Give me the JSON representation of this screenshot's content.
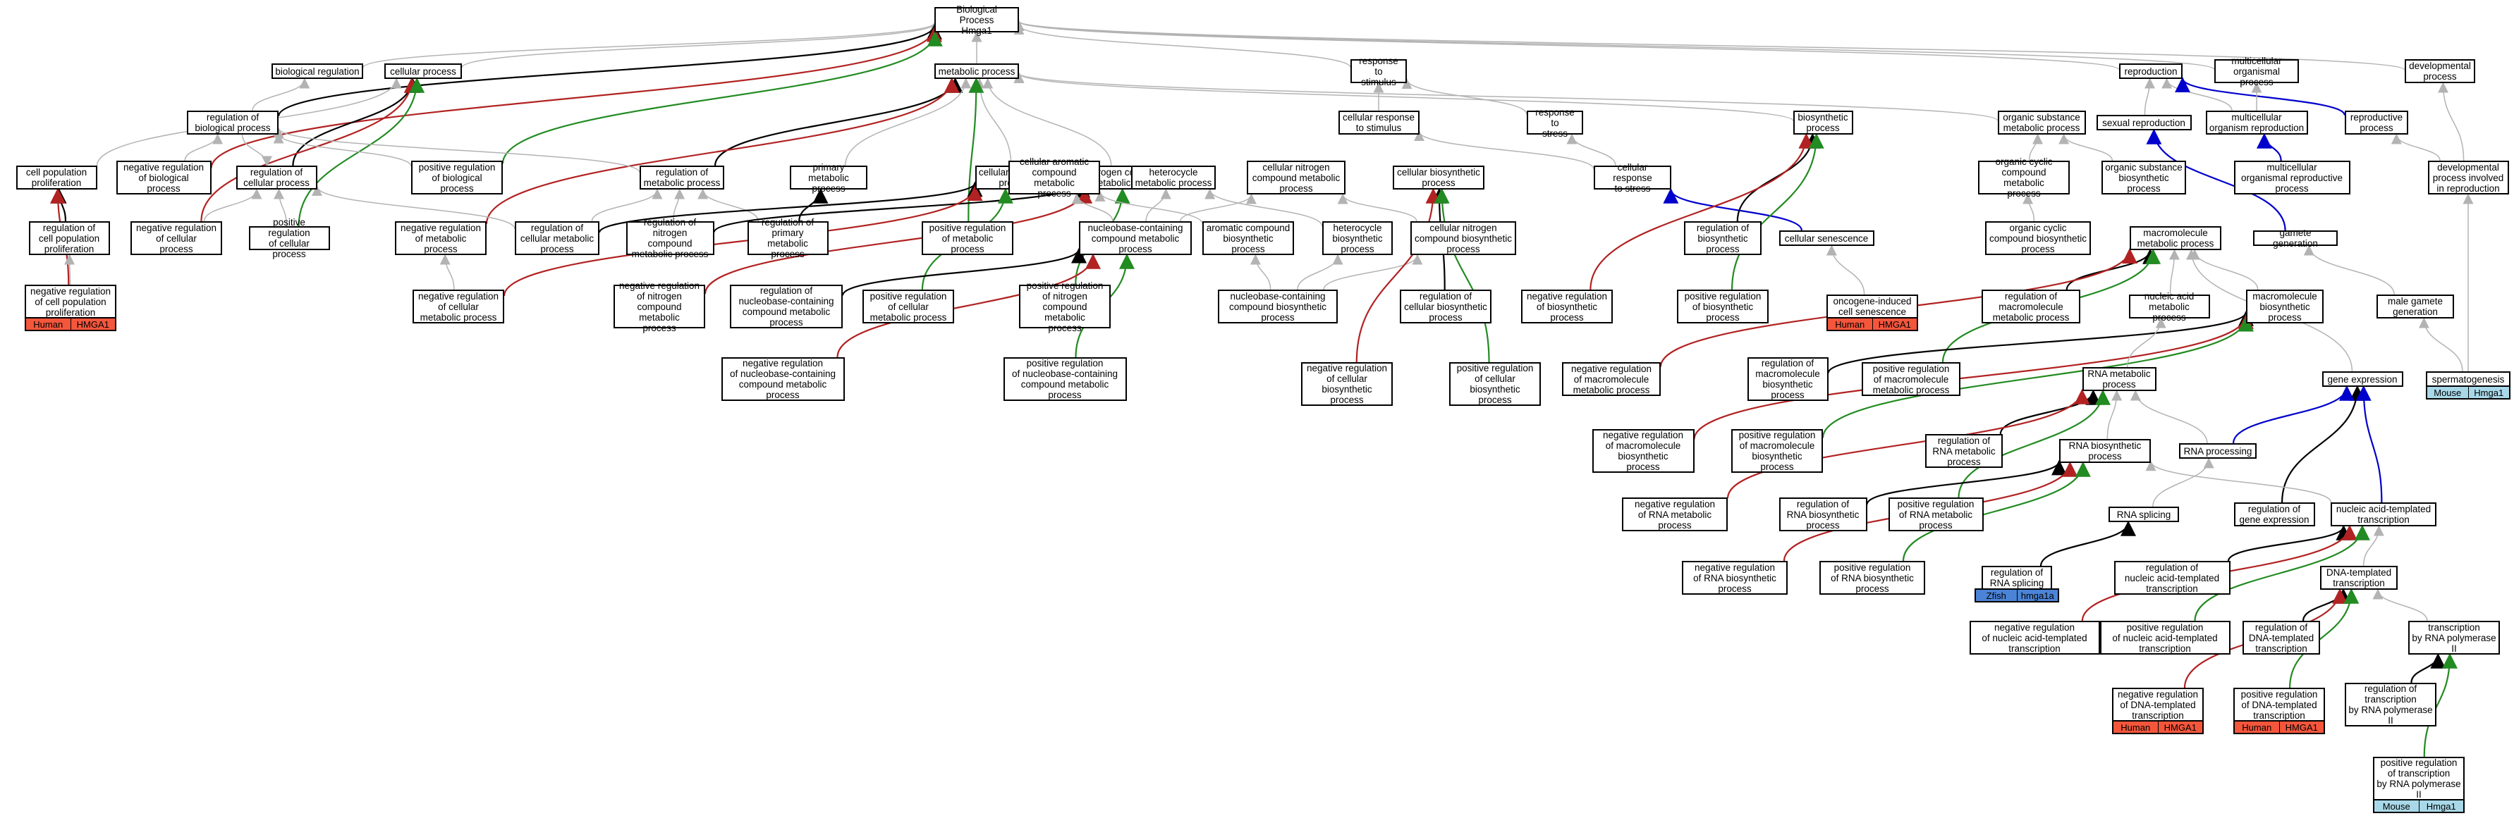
{
  "colors": {
    "edge_gray": "#b3b3b3",
    "edge_black": "#000000",
    "edge_red": "#b22222",
    "edge_green": "#228b22",
    "edge_blue": "#0000cd",
    "human": "#f4563c",
    "mouse": "#a8d8e8",
    "zfish": "#4b83d6"
  },
  "nodes": [
    {
      "id": "bp",
      "label": "Biological Process\nHmga1"
    },
    {
      "id": "bioreg",
      "label": "biological regulation"
    },
    {
      "id": "cellproc",
      "label": "cellular process"
    },
    {
      "id": "metab",
      "label": "metabolic process"
    },
    {
      "id": "respstim",
      "label": "response to\nstimulus"
    },
    {
      "id": "repro",
      "label": "reproduction"
    },
    {
      "id": "multorg",
      "label": "multicellular\norganismal process"
    },
    {
      "id": "devproc",
      "label": "developmental\nprocess"
    },
    {
      "id": "regbio",
      "label": "regulation of\nbiological process"
    },
    {
      "id": "cellresp",
      "label": "cellular response\nto stimulus"
    },
    {
      "id": "respstress",
      "label": "response to\nstress"
    },
    {
      "id": "biosyn",
      "label": "biosynthetic\nprocess"
    },
    {
      "id": "orgsub",
      "label": "organic substance\nmetabolic process"
    },
    {
      "id": "sexrep",
      "label": "sexual reproduction"
    },
    {
      "id": "multrep",
      "label": "multicellular\norganism reproduction"
    },
    {
      "id": "repproc",
      "label": "reproductive\nprocess"
    },
    {
      "id": "cellprolif",
      "label": "cell population\nproliferation"
    },
    {
      "id": "negregbio",
      "label": "negative regulation\nof biological\nprocess"
    },
    {
      "id": "regcell",
      "label": "regulation of\ncellular process"
    },
    {
      "id": "posregbio",
      "label": "positive regulation\nof biological\nprocess"
    },
    {
      "id": "cellmet",
      "label": "cellular metabolic\nprocess"
    },
    {
      "id": "ncmet",
      "label": "nitrogen compound\nmetabolic process"
    },
    {
      "id": "regmet",
      "label": "regulation of\nmetabolic process"
    },
    {
      "id": "primmet",
      "label": "primary metabolic\nprocess"
    },
    {
      "id": "caromet",
      "label": "cellular aromatic\ncompound metabolic\nprocess"
    },
    {
      "id": "hetmet",
      "label": "heterocycle\nmetabolic process"
    },
    {
      "id": "cnitmet",
      "label": "cellular nitrogen\ncompound metabolic\nprocess"
    },
    {
      "id": "cbiosyn",
      "label": "cellular biosynthetic\nprocess"
    },
    {
      "id": "cresstress",
      "label": "cellular response\nto stress"
    },
    {
      "id": "occmet",
      "label": "organic cyclic\ncompound metabolic\nprocess"
    },
    {
      "id": "osbiosyn",
      "label": "organic substance\nbiosynthetic\nprocess"
    },
    {
      "id": "morgrep",
      "label": "multicellular\norganismal reproductive\nprocess"
    },
    {
      "id": "devrep",
      "label": "developmental\nprocess involved\nin reproduction"
    },
    {
      "id": "regprolif",
      "label": "regulation of\ncell population\nproliferation"
    },
    {
      "id": "negregcell",
      "label": "negative regulation\nof cellular\nprocess"
    },
    {
      "id": "posregcell",
      "label": "positive regulation\nof cellular\nprocess"
    },
    {
      "id": "negregmet",
      "label": "negative regulation\nof metabolic\nprocess"
    },
    {
      "id": "regcellmet",
      "label": "regulation of\ncellular metabolic\nprocess"
    },
    {
      "id": "regncmet",
      "label": "regulation of\nnitrogen compound\nmetabolic process"
    },
    {
      "id": "regprimmet",
      "label": "regulation of\nprimary metabolic\nprocess"
    },
    {
      "id": "posregmet",
      "label": "positive regulation\nof metabolic\nprocess"
    },
    {
      "id": "nbcmet",
      "label": "nucleobase-containing\ncompound metabolic\nprocess"
    },
    {
      "id": "acbiosyn",
      "label": "aromatic compound\nbiosynthetic\nprocess"
    },
    {
      "id": "hetbiosyn",
      "label": "heterocycle\nbiosynthetic\nprocess"
    },
    {
      "id": "cncbiosyn",
      "label": "cellular nitrogen\ncompound biosynthetic\nprocess"
    },
    {
      "id": "regbiosyn",
      "label": "regulation of\nbiosynthetic\nprocess"
    },
    {
      "id": "cellsen",
      "label": "cellular senescence"
    },
    {
      "id": "occbiosyn",
      "label": "organic cyclic\ncompound biosynthetic\nprocess"
    },
    {
      "id": "macmet",
      "label": "macromolecule\nmetabolic process"
    },
    {
      "id": "gamgen",
      "label": "gamete generation"
    },
    {
      "id": "negregprolif",
      "label": "negative regulation\nof cell population\nproliferation"
    },
    {
      "id": "negregcellmet",
      "label": "negative regulation\nof cellular\nmetabolic process"
    },
    {
      "id": "negregncmet",
      "label": "negative regulation\nof nitrogen\ncompound metabolic\nprocess"
    },
    {
      "id": "regnbcmet",
      "label": "regulation of\nnucleobase-containing\ncompound metabolic\nprocess"
    },
    {
      "id": "posregcellmet",
      "label": "positive regulation\nof cellular\nmetabolic process"
    },
    {
      "id": "posregncmet",
      "label": "positive regulation\nof nitrogen\ncompound metabolic\nprocess"
    },
    {
      "id": "nbcbiosyn",
      "label": "nucleobase-containing\ncompound biosynthetic\nprocess"
    },
    {
      "id": "regcbiosyn",
      "label": "regulation of\ncellular biosynthetic\nprocess"
    },
    {
      "id": "negregbiosyn",
      "label": "negative regulation\nof biosynthetic\nprocess"
    },
    {
      "id": "posregbiosyn",
      "label": "positive regulation\nof biosynthetic\nprocess"
    },
    {
      "id": "oncosen",
      "label": "oncogene-induced\ncell senescence"
    },
    {
      "id": "regmacmet",
      "label": "regulation of\nmacromolecule\nmetabolic process"
    },
    {
      "id": "namet",
      "label": "nucleic acid\nmetabolic process"
    },
    {
      "id": "macbiosyn",
      "label": "macromolecule\nbiosynthetic\nprocess"
    },
    {
      "id": "malegam",
      "label": "male gamete\ngeneration"
    },
    {
      "id": "negregnbcmet",
      "label": "negative regulation\nof nucleobase-containing\ncompound metabolic\nprocess"
    },
    {
      "id": "posregnbcmet",
      "label": "positive regulation\nof nucleobase-containing\ncompound metabolic\nprocess"
    },
    {
      "id": "negregcbiosyn",
      "label": "negative regulation\nof cellular\nbiosynthetic\nprocess"
    },
    {
      "id": "posregcbiosyn",
      "label": "positive regulation\nof cellular\nbiosynthetic\nprocess"
    },
    {
      "id": "negregmacmet",
      "label": "negative regulation\nof macromolecule\nmetabolic process"
    },
    {
      "id": "regmacbiosyn",
      "label": "regulation of\nmacromolecule\nbiosynthetic\nprocess"
    },
    {
      "id": "posregmacmet",
      "label": "positive regulation\nof macromolecule\nmetabolic process"
    },
    {
      "id": "rnamet",
      "label": "RNA metabolic\nprocess"
    },
    {
      "id": "spermato",
      "label": "spermatogenesis"
    },
    {
      "id": "geneexp",
      "label": "gene expression"
    },
    {
      "id": "negregmacbiosyn",
      "label": "negative regulation\nof macromolecule\nbiosynthetic\nprocess"
    },
    {
      "id": "posregmacbiosyn",
      "label": "positive regulation\nof macromolecule\nbiosynthetic\nprocess"
    },
    {
      "id": "regrnamet",
      "label": "regulation of\nRNA metabolic\nprocess"
    },
    {
      "id": "rnabiosyn",
      "label": "RNA biosynthetic\nprocess"
    },
    {
      "id": "rnaproc",
      "label": "RNA processing"
    },
    {
      "id": "negregrnamet",
      "label": "negative regulation\nof RNA metabolic\nprocess"
    },
    {
      "id": "regrnabiosyn",
      "label": "regulation of\nRNA biosynthetic\nprocess"
    },
    {
      "id": "posregrnamet",
      "label": "positive regulation\nof RNA metabolic\nprocess"
    },
    {
      "id": "rnasplic",
      "label": "RNA splicing"
    },
    {
      "id": "reggeneexp",
      "label": "regulation of\ngene expression"
    },
    {
      "id": "natrans",
      "label": "nucleic acid-templated\ntranscription"
    },
    {
      "id": "negregrnabiosyn",
      "label": "negative regulation\nof RNA biosynthetic\nprocess"
    },
    {
      "id": "posregrnabiosyn",
      "label": "positive regulation\nof RNA biosynthetic\nprocess"
    },
    {
      "id": "regrnasplic",
      "label": "regulation of\nRNA splicing"
    },
    {
      "id": "regnatrans",
      "label": "regulation of\nnucleic acid-templated\ntranscription"
    },
    {
      "id": "dnatrans",
      "label": "DNA-templated\ntranscription"
    },
    {
      "id": "negregnatrans",
      "label": "negative regulation\nof nucleic acid-templated\ntranscription"
    },
    {
      "id": "posregnatrans",
      "label": "positive regulation\nof nucleic acid-templated\ntranscription"
    },
    {
      "id": "regdnatrans",
      "label": "regulation of\nDNA-templated\ntranscription"
    },
    {
      "id": "transpol2",
      "label": "transcription\nby RNA polymerase\nII"
    },
    {
      "id": "negregdnatrans",
      "label": "negative regulation\nof DNA-templated\ntranscription"
    },
    {
      "id": "posregdnatrans",
      "label": "positive regulation\nof DNA-templated\ntranscription"
    },
    {
      "id": "regtranspol2",
      "label": "regulation of\ntranscription\nby RNA polymerase\nII"
    },
    {
      "id": "posregtranspol2",
      "label": "positive regulation\nof transcription\nby RNA polymerase\nII"
    }
  ],
  "gene_tags": [
    {
      "attach": "negregprolif",
      "species": "Human",
      "gene": "HMGA1"
    },
    {
      "attach": "oncosen",
      "species": "Human",
      "gene": "HMGA1"
    },
    {
      "attach": "spermato",
      "species": "Mouse",
      "gene": "Hmga1"
    },
    {
      "attach": "regrnasplic",
      "species": "Zfish",
      "gene": "hmga1a"
    },
    {
      "attach": "negregdnatrans",
      "species": "Human",
      "gene": "HMGA1"
    },
    {
      "attach": "posregdnatrans",
      "species": "Human",
      "gene": "HMGA1"
    },
    {
      "attach": "posregtranspol2",
      "species": "Mouse",
      "gene": "Hmga1"
    }
  ],
  "edges": [
    [
      "bioreg",
      "bp",
      "g"
    ],
    [
      "cellproc",
      "bp",
      "g"
    ],
    [
      "metab",
      "bp",
      "g"
    ],
    [
      "respstim",
      "bp",
      "g"
    ],
    [
      "repro",
      "bp",
      "g"
    ],
    [
      "multorg",
      "bp",
      "g"
    ],
    [
      "devproc",
      "bp",
      "g"
    ],
    [
      "regbio",
      "bioreg",
      "g"
    ],
    [
      "regbio",
      "bp",
      "k"
    ],
    [
      "negregbio",
      "bp",
      "r"
    ],
    [
      "posregbio",
      "bp",
      "G"
    ],
    [
      "cellprolif",
      "cellproc",
      "g"
    ],
    [
      "regcell",
      "cellproc",
      "k"
    ],
    [
      "negregcell",
      "cellproc",
      "r"
    ],
    [
      "posregcell",
      "cellproc",
      "G"
    ],
    [
      "cellmet",
      "metab",
      "g"
    ],
    [
      "ncmet",
      "metab",
      "g"
    ],
    [
      "regmet",
      "metab",
      "k"
    ],
    [
      "negregmet",
      "metab",
      "r"
    ],
    [
      "posregmet",
      "metab",
      "G"
    ],
    [
      "primmet",
      "metab",
      "g"
    ],
    [
      "biosyn",
      "metab",
      "g"
    ],
    [
      "orgsub",
      "metab",
      "g"
    ],
    [
      "cellresp",
      "respstim",
      "g"
    ],
    [
      "respstress",
      "respstim",
      "g"
    ],
    [
      "cresstress",
      "cellresp",
      "g"
    ],
    [
      "cresstress",
      "respstress",
      "g"
    ],
    [
      "cellsen",
      "cresstress",
      "b"
    ],
    [
      "sexrep",
      "repro",
      "g"
    ],
    [
      "multrep",
      "repro",
      "g"
    ],
    [
      "repproc",
      "repro",
      "b"
    ],
    [
      "multrep",
      "multorg",
      "g"
    ],
    [
      "morgrep",
      "multrep",
      "b"
    ],
    [
      "gamgen",
      "sexrep",
      "b"
    ],
    [
      "devrep",
      "devproc",
      "g"
    ],
    [
      "devrep",
      "repproc",
      "g"
    ],
    [
      "regprolif",
      "cellprolif",
      "k"
    ],
    [
      "negregprolif",
      "cellprolif",
      "r"
    ],
    [
      "negregprolif",
      "regprolif",
      "g"
    ],
    [
      "regbio",
      "regcell",
      "g"
    ],
    [
      "negregbio",
      "regbio",
      "g"
    ],
    [
      "posregbio",
      "regbio",
      "g"
    ],
    [
      "negregcell",
      "regcell",
      "g"
    ],
    [
      "posregcell",
      "regcell",
      "g"
    ],
    [
      "regmet",
      "regbio",
      "g"
    ],
    [
      "regcellmet",
      "regcell",
      "g"
    ],
    [
      "regcellmet",
      "regmet",
      "g"
    ],
    [
      "regncmet",
      "regmet",
      "g"
    ],
    [
      "regprimmet",
      "regmet",
      "g"
    ],
    [
      "regncmet",
      "ncmet",
      "k"
    ],
    [
      "regprimmet",
      "primmet",
      "k"
    ],
    [
      "regcellmet",
      "cellmet",
      "k"
    ],
    [
      "negregcellmet",
      "negregmet",
      "g"
    ],
    [
      "negregcellmet",
      "cellmet",
      "r"
    ],
    [
      "negregncmet",
      "ncmet",
      "r"
    ],
    [
      "posregcellmet",
      "cellmet",
      "G"
    ],
    [
      "posregncmet",
      "ncmet",
      "G"
    ],
    [
      "nbcmet",
      "caromet",
      "g"
    ],
    [
      "nbcmet",
      "hetmet",
      "g"
    ],
    [
      "nbcmet",
      "cnitmet",
      "g"
    ],
    [
      "regnbcmet",
      "nbcmet",
      "k"
    ],
    [
      "negregnbcmet",
      "nbcmet",
      "r"
    ],
    [
      "posregnbcmet",
      "nbcmet",
      "G"
    ],
    [
      "acbiosyn",
      "caromet",
      "g"
    ],
    [
      "hetbiosyn",
      "hetmet",
      "g"
    ],
    [
      "cncbiosyn",
      "cnitmet",
      "g"
    ],
    [
      "nbcbiosyn",
      "acbiosyn",
      "g"
    ],
    [
      "nbcbiosyn",
      "hetbiosyn",
      "g"
    ],
    [
      "nbcbiosyn",
      "cncbiosyn",
      "g"
    ],
    [
      "regbiosyn",
      "biosyn",
      "k"
    ],
    [
      "negregbiosyn",
      "biosyn",
      "r"
    ],
    [
      "posregbiosyn",
      "biosyn",
      "G"
    ],
    [
      "regcbiosyn",
      "cbiosyn",
      "k"
    ],
    [
      "negregcbiosyn",
      "cbiosyn",
      "r"
    ],
    [
      "posregcbiosyn",
      "cbiosyn",
      "G"
    ],
    [
      "occbiosyn",
      "occmet",
      "g"
    ],
    [
      "osbiosyn",
      "orgsub",
      "g"
    ],
    [
      "occmet",
      "orgsub",
      "g"
    ],
    [
      "regmacmet",
      "macmet",
      "k"
    ],
    [
      "negregmacmet",
      "macmet",
      "r"
    ],
    [
      "posregmacmet",
      "macmet",
      "G"
    ],
    [
      "namet",
      "macmet",
      "g"
    ],
    [
      "macbiosyn",
      "macmet",
      "g"
    ],
    [
      "regmacbiosyn",
      "macbiosyn",
      "k"
    ],
    [
      "negregmacbiosyn",
      "macbiosyn",
      "r"
    ],
    [
      "posregmacbiosyn",
      "macbiosyn",
      "G"
    ],
    [
      "rnamet",
      "namet",
      "g"
    ],
    [
      "regrnamet",
      "rnamet",
      "k"
    ],
    [
      "negregrnamet",
      "rnamet",
      "r"
    ],
    [
      "posregrnamet",
      "rnamet",
      "G"
    ],
    [
      "rnabiosyn",
      "rnamet",
      "g"
    ],
    [
      "regrnabiosyn",
      "rnabiosyn",
      "k"
    ],
    [
      "negregrnabiosyn",
      "rnabiosyn",
      "r"
    ],
    [
      "posregrnabiosyn",
      "rnabiosyn",
      "G"
    ],
    [
      "rnaproc",
      "rnamet",
      "g"
    ],
    [
      "rnasplic",
      "rnaproc",
      "g"
    ],
    [
      "regrnasplic",
      "rnasplic",
      "k"
    ],
    [
      "geneexp",
      "macmet",
      "g"
    ],
    [
      "reggeneexp",
      "geneexp",
      "k"
    ],
    [
      "natrans",
      "geneexp",
      "b"
    ],
    [
      "rnaproc",
      "geneexp",
      "b"
    ],
    [
      "natrans",
      "rnabiosyn",
      "g"
    ],
    [
      "regnatrans",
      "natrans",
      "k"
    ],
    [
      "negregnatrans",
      "natrans",
      "r"
    ],
    [
      "posregnatrans",
      "natrans",
      "G"
    ],
    [
      "dnatrans",
      "natrans",
      "g"
    ],
    [
      "regdnatrans",
      "dnatrans",
      "k"
    ],
    [
      "negregdnatrans",
      "dnatrans",
      "r"
    ],
    [
      "posregdnatrans",
      "dnatrans",
      "G"
    ],
    [
      "transpol2",
      "dnatrans",
      "g"
    ],
    [
      "regtranspol2",
      "transpol2",
      "k"
    ],
    [
      "posregtranspol2",
      "transpol2",
      "G"
    ],
    [
      "malegam",
      "gamgen",
      "g"
    ],
    [
      "spermato",
      "malegam",
      "g"
    ],
    [
      "spermato",
      "devrep",
      "g"
    ],
    [
      "oncosen",
      "cellsen",
      "g"
    ]
  ]
}
